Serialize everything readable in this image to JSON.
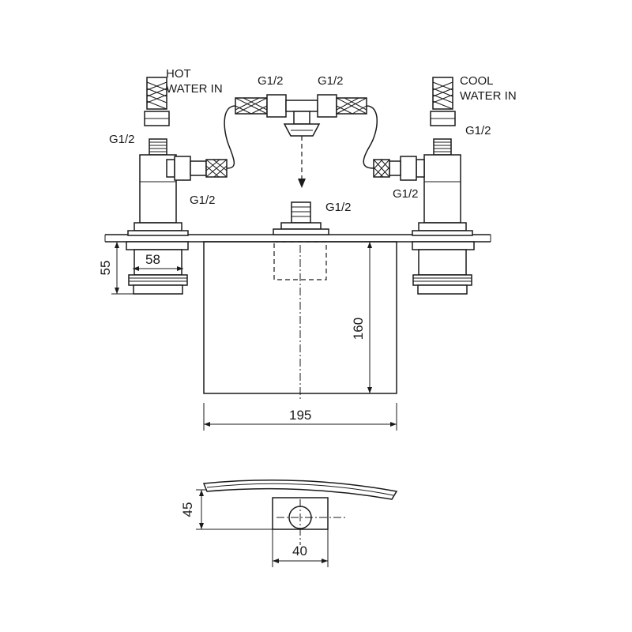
{
  "labels": {
    "hot_water_in_line1": "HOT",
    "hot_water_in_line2": "WATER IN",
    "cool_water_in_line1": "COOL",
    "cool_water_in_line2": "WATER IN",
    "g12_top_left": "G1/2",
    "g12_top_right": "G1/2",
    "g12_left_valve_top": "G1/2",
    "g12_left_valve_side": "G1/2",
    "g12_right_valve_top": "G1/2",
    "g12_right_valve_side": "G1/2",
    "g12_spout_inlet": "G1/2"
  },
  "dimensions": {
    "valve_height": "55",
    "valve_width": "58",
    "spout_height": "160",
    "spout_width": "195",
    "profile_height": "45",
    "profile_width": "40"
  },
  "colors": {
    "line": "#1a1a1a",
    "background": "#ffffff"
  }
}
